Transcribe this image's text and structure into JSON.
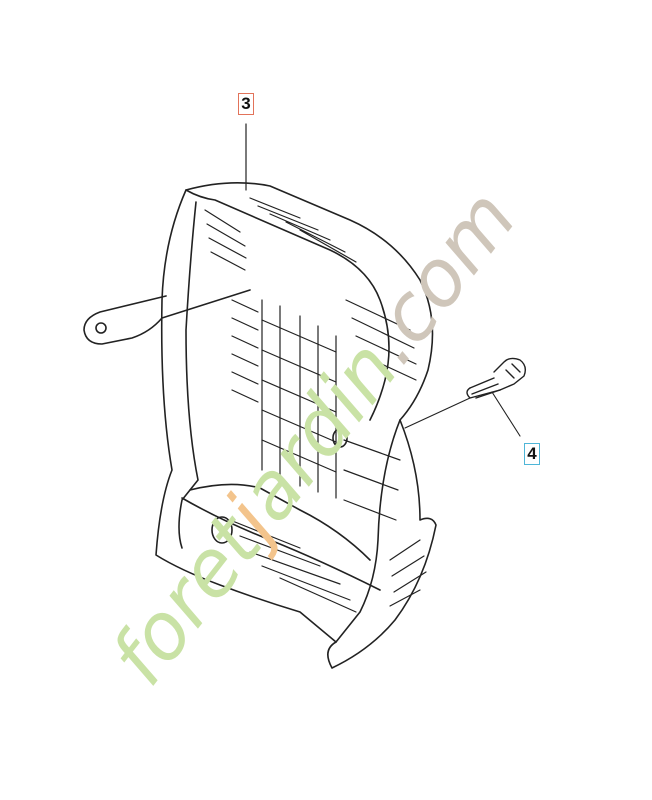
{
  "callouts": [
    {
      "label": "3",
      "border_color": "#e2735a"
    },
    {
      "label": "4",
      "border_color": "#4fb6d8"
    }
  ],
  "watermark": {
    "green_part": "foret",
    "orange_part": "j",
    "green_part_2": "ardin",
    "grey_part": ".com",
    "green_color": "#c9e2a5",
    "orange_color": "#f3c48c",
    "grey_color": "#cfc6ba"
  }
}
